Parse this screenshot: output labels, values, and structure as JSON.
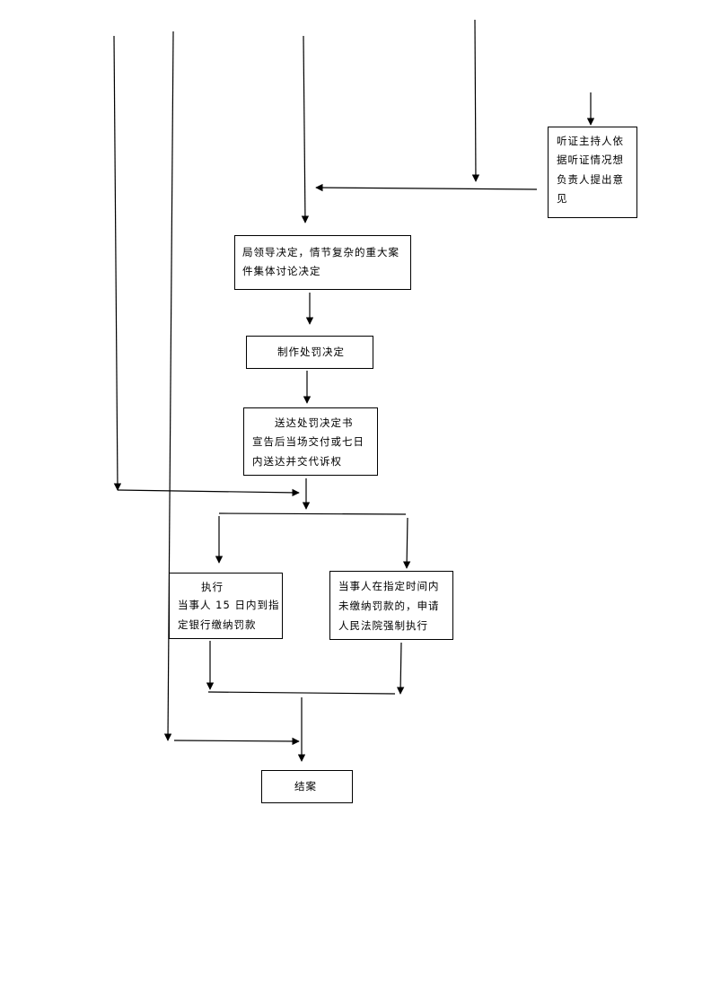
{
  "boxes": {
    "hearing_opinion": {
      "lines": [
        "听证主持人依",
        "据听证情况想",
        "负责人提出意",
        "见"
      ]
    },
    "leadership_decision": {
      "lines": [
        "局领导决定，情节复杂的重大案",
        "件集体讨论决定"
      ]
    },
    "make_decision": {
      "lines": [
        "制作处罚决定"
      ]
    },
    "deliver_decision": {
      "lines": [
        "送达处罚决定书",
        "宣告后当场交付或七日",
        "内送达并交代诉权"
      ]
    },
    "execute": {
      "lines": [
        "执行",
        "当事人 15 日内到指",
        "定银行缴纳罚款"
      ]
    },
    "court_enforcement": {
      "lines": [
        "当事人在指定时间内",
        "未缴纳罚款的，申请",
        "人民法院强制执行"
      ]
    },
    "close_case": {
      "lines": [
        "结案"
      ]
    }
  },
  "colors": {
    "line": "#000000",
    "background": "#ffffff"
  }
}
